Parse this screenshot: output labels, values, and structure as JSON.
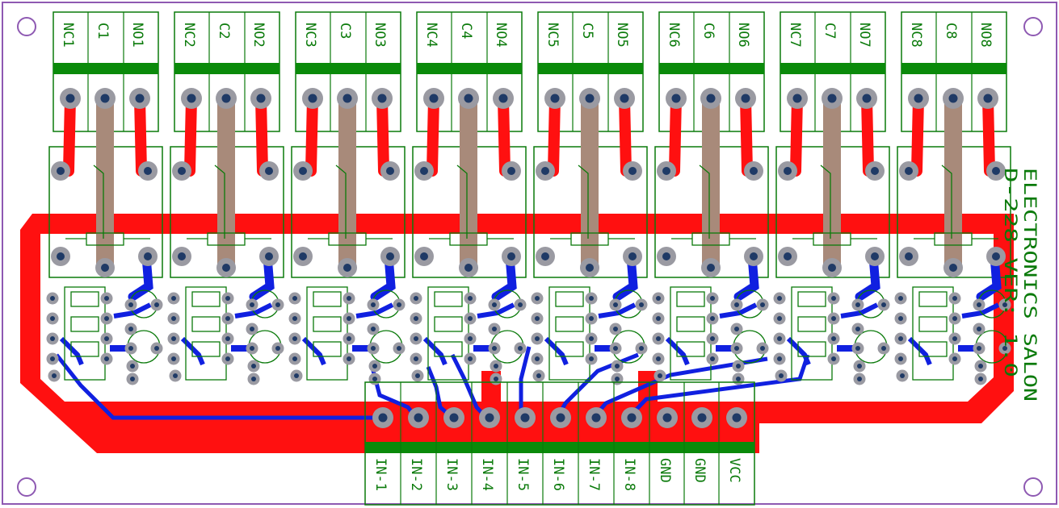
{
  "board": {
    "colors": {
      "outline": "#8e59b2",
      "top_copper": "#ff1010",
      "bottom_copper": "#1020e0",
      "silkscreen": "#0a7a0a",
      "terminal_bar": "#0a8a0a",
      "pad": "#9a9aa2",
      "pad_hole": "#1f3a66",
      "common_trace": "#a88a7a",
      "background": "#ffffff"
    },
    "title_line1": "ELECTRONICS SALON",
    "title_line2": "D-228 VER: 1.0",
    "relays": [
      {
        "pins": [
          "NC1",
          "C1",
          "NO1"
        ]
      },
      {
        "pins": [
          "NC2",
          "C2",
          "NO2"
        ]
      },
      {
        "pins": [
          "NC3",
          "C3",
          "NO3"
        ]
      },
      {
        "pins": [
          "NC4",
          "C4",
          "NO4"
        ]
      },
      {
        "pins": [
          "NC5",
          "C5",
          "NO5"
        ]
      },
      {
        "pins": [
          "NC6",
          "C6",
          "NO6"
        ]
      },
      {
        "pins": [
          "NC7",
          "C7",
          "NO7"
        ]
      },
      {
        "pins": [
          "NC8",
          "C8",
          "NO8"
        ]
      }
    ],
    "input_terminals": [
      "IN-1",
      "IN-2",
      "IN-3",
      "IN-4",
      "IN-5",
      "IN-6",
      "IN-7",
      "IN-8",
      "GND",
      "GND",
      "VCC"
    ]
  }
}
